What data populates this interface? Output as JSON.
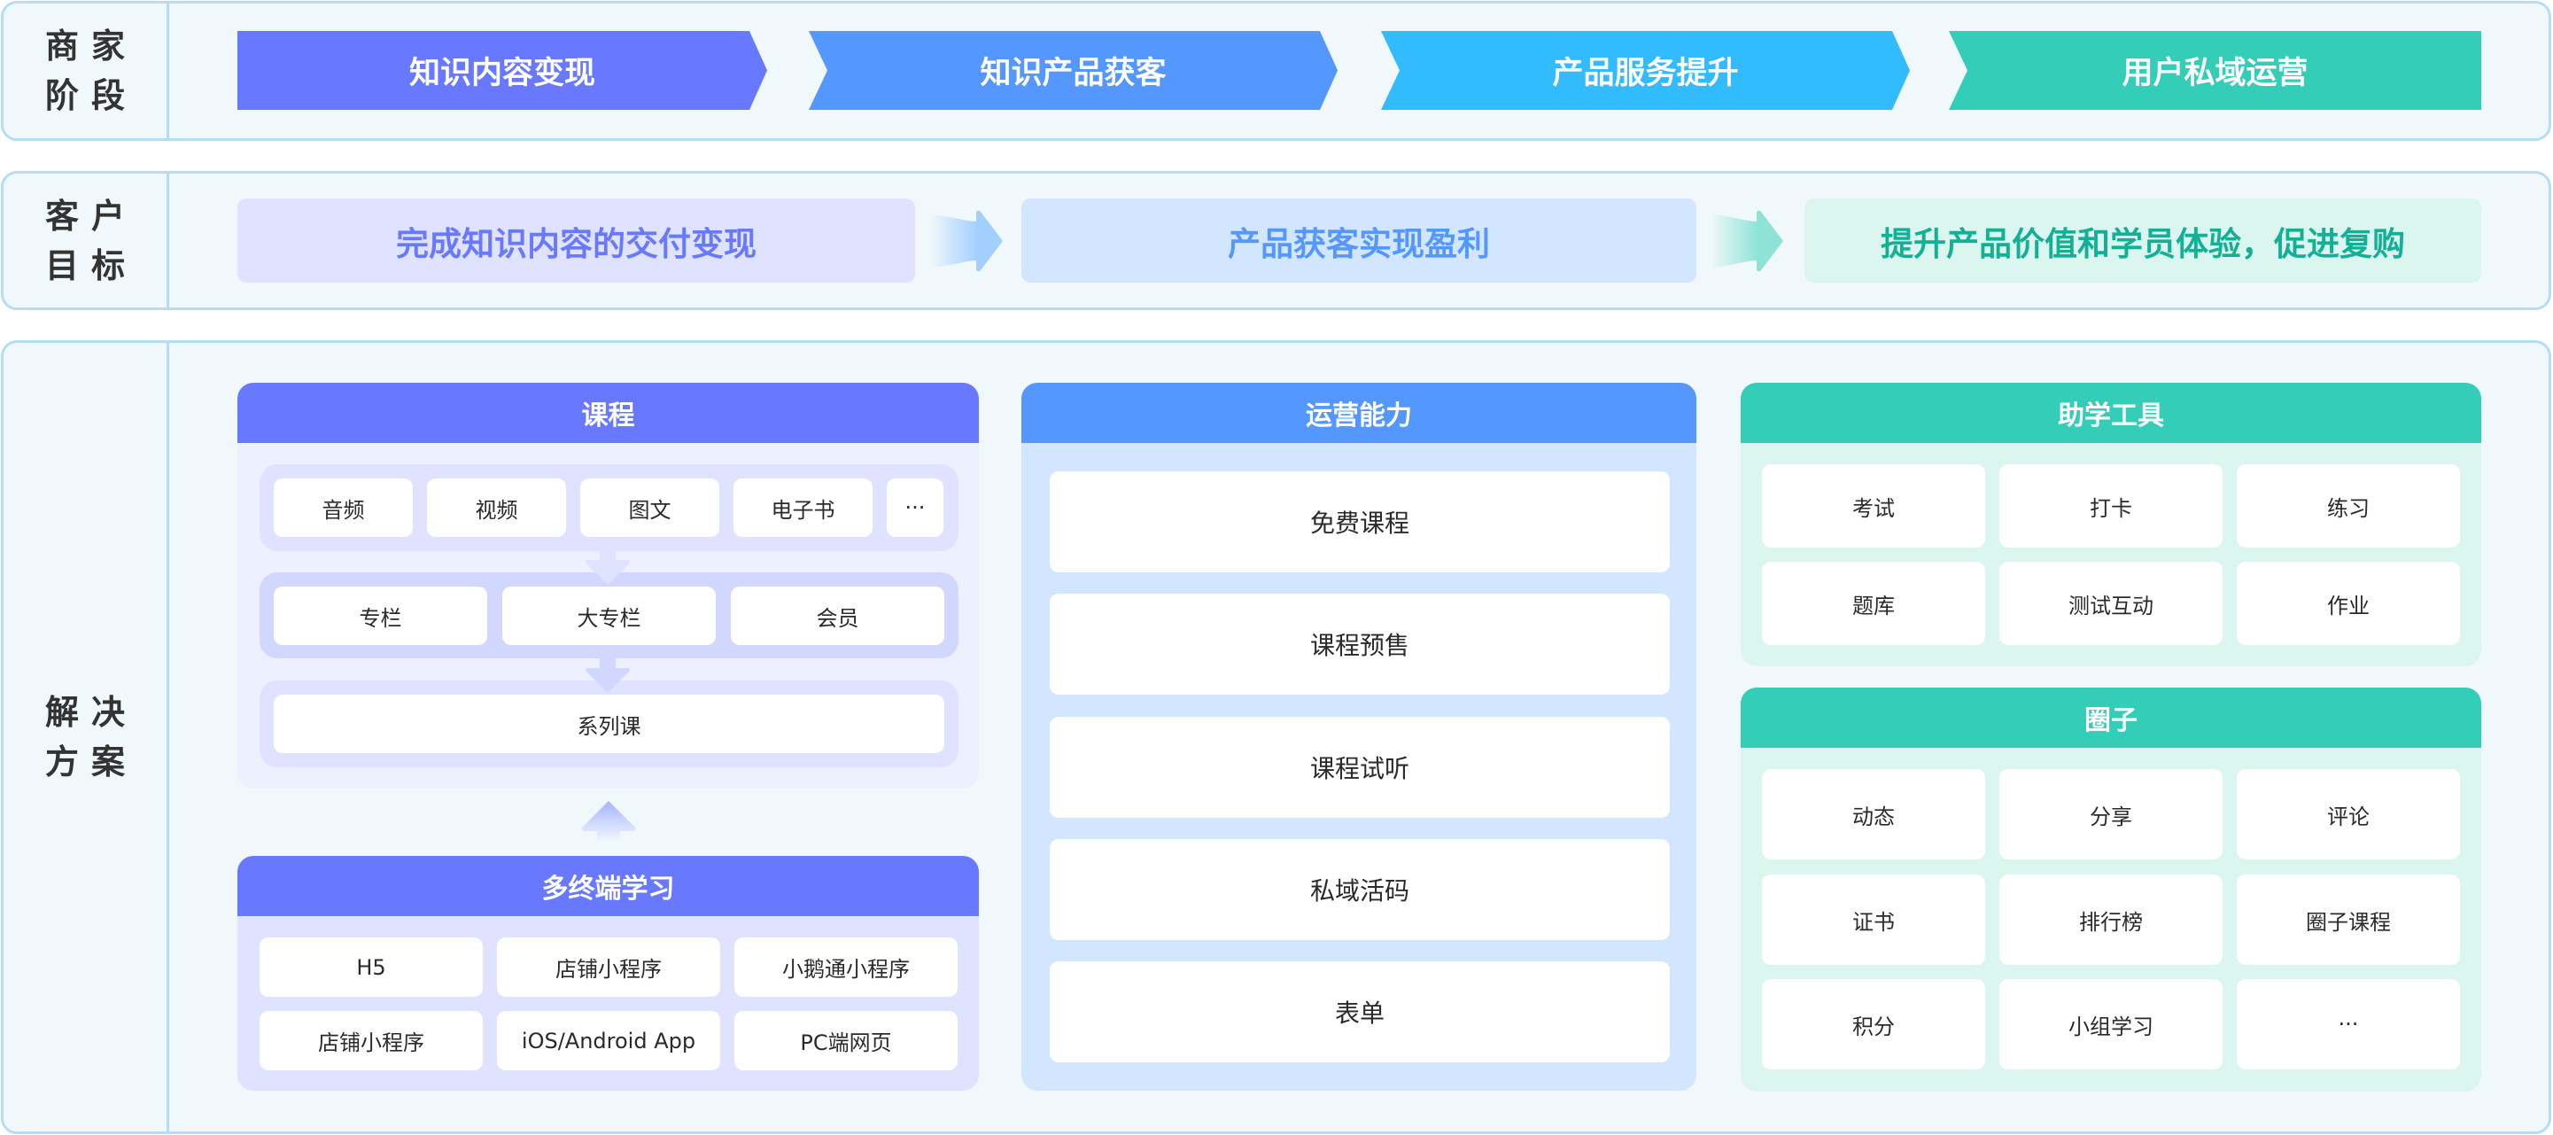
{
  "rows": {
    "stage": {
      "label": "商家\n阶段"
    },
    "goal": {
      "label": "客户\n目标"
    },
    "solution": {
      "label": "解决\n方案"
    }
  },
  "stages": [
    {
      "label": "知识内容变现",
      "color": "#6879FF"
    },
    {
      "label": "知识产品获客",
      "color": "#5498FF"
    },
    {
      "label": "产品服务提升",
      "color": "#33BBFF"
    },
    {
      "label": "用户私域运营",
      "color": "#33CDB8"
    }
  ],
  "goals": [
    {
      "label": "完成知识内容的交付变现",
      "text_color": "#6879FF",
      "bg": "#DFE3FF"
    },
    {
      "label": "产品获客实现盈利",
      "text_color": "#5498FF",
      "bg": "#D2E7FF"
    },
    {
      "label": "提升产品价值和学员体验，促进复购",
      "text_color": "#14B096",
      "bg": "#DBF6EF"
    }
  ],
  "goal_arrows": [
    {
      "icon": "arrow-right-icon",
      "color": "#A3CFFF"
    },
    {
      "icon": "arrow-right-icon",
      "color": "#8FE3D6"
    }
  ],
  "course": {
    "title": "课程",
    "content_types": [
      "音频",
      "视频",
      "图文",
      "电子书",
      "···"
    ],
    "products": [
      "专栏",
      "大专栏",
      "会员"
    ],
    "series": [
      "系列课"
    ]
  },
  "multi_terminal": {
    "title": "多终端学习",
    "items": [
      "H5",
      "店铺小程序",
      "小鹅通小程序",
      "店铺小程序",
      "iOS/Android App",
      "PC端网页"
    ]
  },
  "operations": {
    "title": "运营能力",
    "items": [
      "免费课程",
      "课程预售",
      "课程试听",
      "私域活码",
      "表单"
    ]
  },
  "study_tools": {
    "title": "助学工具",
    "items": [
      "考试",
      "打卡",
      "练习",
      "题库",
      "测试互动",
      "作业"
    ]
  },
  "circle": {
    "title": "圈子",
    "items": [
      "动态",
      "分享",
      "评论",
      "证书",
      "排行榜",
      "圈子课程",
      "积分",
      "小组学习",
      "···"
    ]
  }
}
